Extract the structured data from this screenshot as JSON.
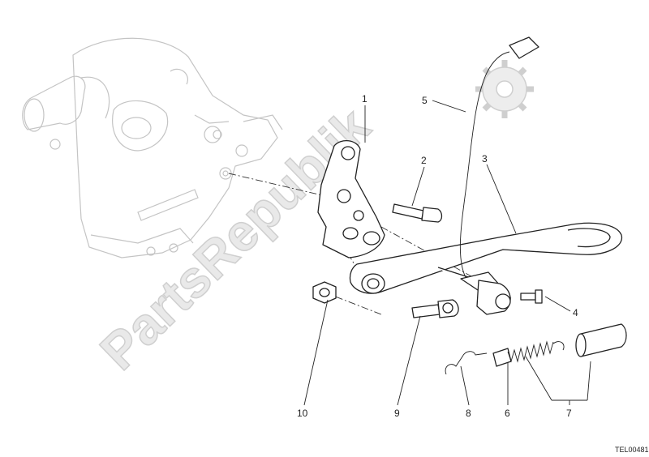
{
  "watermark": "PartsRepublik",
  "diagram_code": "TEL00481",
  "callouts": {
    "c1": "1",
    "c2": "2",
    "c3": "3",
    "c4": "4",
    "c5": "5",
    "c6": "6",
    "c7": "7",
    "c8": "8",
    "c9": "9",
    "c10": "10"
  }
}
